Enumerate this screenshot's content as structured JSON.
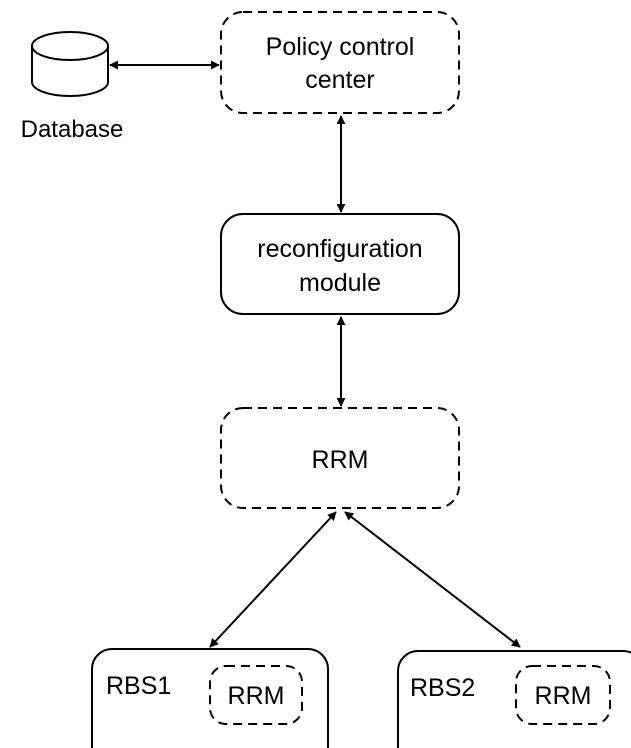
{
  "nodes": {
    "policy_center": {
      "line1": "Policy control",
      "line2": "center"
    },
    "reconfig": {
      "line1": "reconfiguration",
      "line2": "module"
    },
    "rrm_main": {
      "label": "RRM"
    },
    "rbs1": {
      "label": "RBS1",
      "rrm_label": "RRM"
    },
    "rbs2": {
      "label": "RBS2",
      "rrm_label": "RRM"
    },
    "database": {
      "label": "Database"
    }
  },
  "colors": {
    "stroke": "#000000",
    "fill": "#ffffff"
  }
}
